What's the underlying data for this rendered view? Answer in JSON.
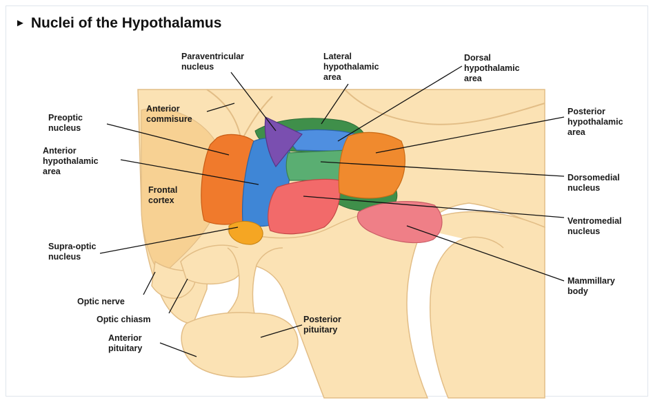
{
  "title": "Nuclei of the Hypothalamus",
  "title_marker_icon": "right-pointing-triangle",
  "labels": {
    "paraventricular": [
      "Paraventricular",
      "nucleus"
    ],
    "lateral": [
      "Lateral",
      "hypothalamic",
      "area"
    ],
    "dorsal": [
      "Dorsal",
      "hypothalamic",
      "area"
    ],
    "anterior_commisure": [
      "Anterior",
      "commisure"
    ],
    "preoptic": [
      "Preoptic",
      "nucleus"
    ],
    "anterior_hypothalamic": [
      "Anterior",
      "hypothalamic",
      "area"
    ],
    "frontal_cortex": [
      "Frontal",
      "cortex"
    ],
    "posterior_hypothalamic": [
      "Posterior",
      "hypothalamic",
      "area"
    ],
    "dorsomedial": [
      "Dorsomedial",
      "nucleus"
    ],
    "ventromedial": [
      "Ventromedial",
      "nucleus"
    ],
    "supra_optic": [
      "Supra-optic",
      "nucleus"
    ],
    "mammillary": [
      "Mammillary",
      "body"
    ],
    "optic_nerve": [
      "Optic nerve"
    ],
    "optic_chiasm": [
      "Optic chiasm"
    ],
    "anterior_pituitary": [
      "Anterior",
      "pituitary"
    ],
    "posterior_pituitary": [
      "Posterior",
      "pituitary"
    ]
  },
  "colors": {
    "tissue_light": "#fbe2b4",
    "tissue_mid": "#f7d193",
    "outline": "#e2bd86",
    "preoptic": "#f07a2c",
    "anterior_hypothalamic": "#3f86d6",
    "paraventricular": "#7a4fb0",
    "lateral": "#3f8f4a",
    "dorsal": "#4f8fe0",
    "dorsomedial": "#5aae72",
    "posterior": "#f08a2e",
    "ventromedial": "#f26a6a",
    "supra_optic": "#f5a623",
    "mammillary": "#ef7f87"
  }
}
